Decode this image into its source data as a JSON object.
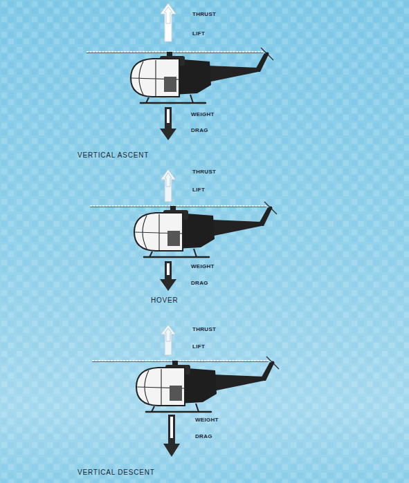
{
  "diagram": {
    "labels": [
      "THRUST",
      "LIFT",
      "WEIGHT",
      "DRAG",
      "VERTICAL ASCENT",
      "THRUST",
      "LIFT",
      "WEIGHT",
      "DRAG",
      "HOVER",
      "THRUST",
      "LIFT",
      "WEIGHT",
      "DRAG",
      "VERTICAL DESCENT"
    ]
  }
}
